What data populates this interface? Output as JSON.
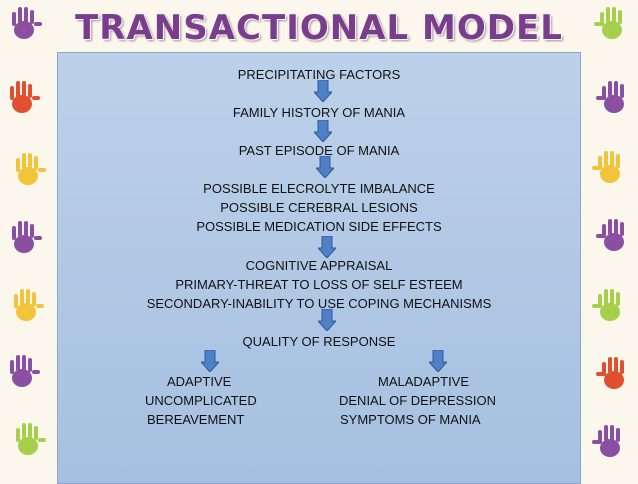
{
  "title": "TRANSACTIONAL MODEL",
  "diagram": {
    "precipitating_factors": "PRECIPITATING FACTORS",
    "family_history": "FAMILY HISTORY OF MANIA",
    "past_episode": "PAST EPISODE OF MANIA",
    "possible_1": "POSSIBLE  ELECROLYTE IMBALANCE",
    "possible_2": "POSSIBLE CEREBRAL  LESIONS",
    "possible_3": "POSSIBLE MEDICATION SIDE EFFECTS",
    "cognitive_appraisal": "COGNITIVE APPRAISAL",
    "primary": "PRIMARY-THREAT TO LOSS OF SELF ESTEEM",
    "secondary": "SECONDARY-INABILITY TO USE COPING MECHANISMS",
    "quality": "QUALITY OF RESPONSE",
    "adaptive": {
      "heading": "ADAPTIVE",
      "line1": "UNCOMPLICATED",
      "line2": "BEREAVEMENT"
    },
    "maladaptive": {
      "heading": "MALADAPTIVE",
      "line1": "DENIAL OF DEPRESSION",
      "line2": "SYMPTOMS  OF MANIA"
    }
  },
  "colors": {
    "title": "#7a3d8c",
    "panel": "#b1c8e5",
    "arrow": "#4f7fc4"
  },
  "decor": {
    "hand_colors": [
      "#8a4fa0",
      "#e0502e",
      "#f2c43a",
      "#a6cf4b",
      "#5aa7d6",
      "#e8608a"
    ]
  }
}
